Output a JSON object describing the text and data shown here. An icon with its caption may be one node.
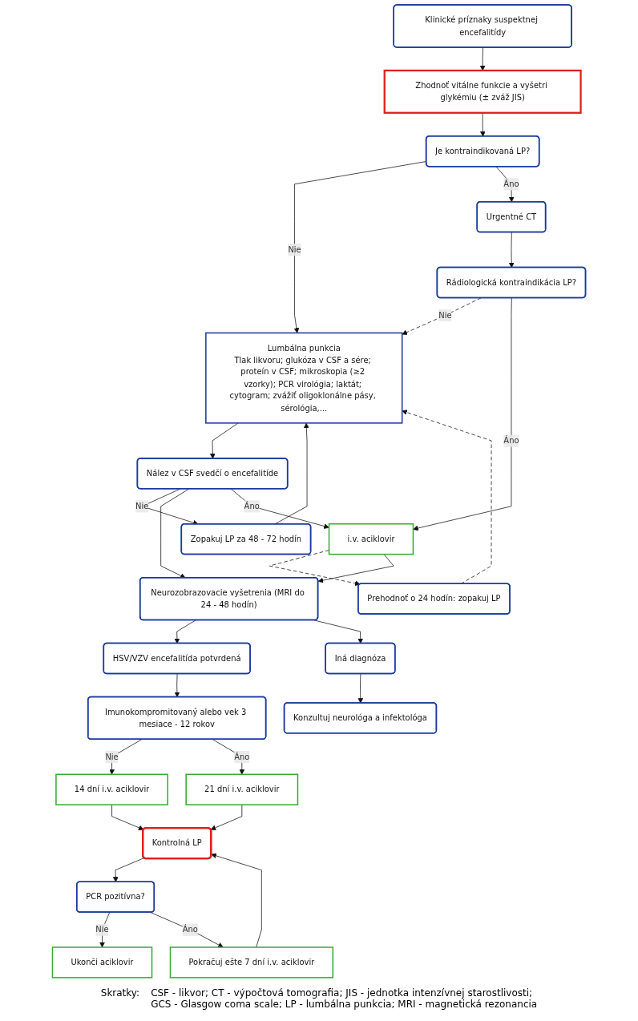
{
  "diagram": {
    "nodes": [
      {
        "text": [
          "Klinické príznaky suspektnej encefalitídy"
        ]
      },
      {
        "text": [
          "Zhodnoť vitálne funkcie a vyšetri glykémiu (± zváž JIS)"
        ]
      },
      {
        "text": [
          "Je kontraindikovaná LP?"
        ]
      },
      {
        "text": [
          "Urgentné CT"
        ]
      },
      {
        "text": [
          "Rádiologická kontraindikácia LP?"
        ]
      },
      {
        "text": [
          "Lumbálna punkcia",
          "Tlak likvoru; glukóza v CSF a sére; proteín v CSF; mikroskopia (≥2 vzorky); PCR virológia; laktát; cytogram; zvážiť oligoklonálne pásy, sérológia,..."
        ]
      },
      {
        "text": [
          "Prehodnoť o 24 hodín: zopakuj LP"
        ]
      },
      {
        "text": [
          "Zopakuj LP za 48 - 72 hodín"
        ]
      },
      {
        "text": [
          "Nález v CSF svedčí o encefalitíde"
        ]
      },
      {
        "text": [
          "i.v. aciklovir"
        ]
      },
      {
        "text": [
          "Neurozobrazovacie vyšetrenia (MRI do 24 - 48 hodín)"
        ]
      },
      {
        "text": [
          "HSV/VZV encefalitída potvrdená"
        ]
      },
      {
        "text": [
          "Iná diagnóza"
        ]
      },
      {
        "text": [
          "Imunokompromitovaný alebo vek 3 mesiace - 12 rokov"
        ]
      },
      {
        "text": [
          "Konzultuj neurológa a infektológa"
        ]
      },
      {
        "text": [
          "14 dní i.v. aciklovir"
        ]
      },
      {
        "text": [
          "21 dní i.v. aciklovir"
        ]
      },
      {
        "text": [
          "Kontrolná LP"
        ]
      },
      {
        "text": [
          "PCR pozitívna?"
        ]
      },
      {
        "text": [
          "Ukonči aciklovir"
        ]
      },
      {
        "text": [
          "Pokračuj ešte 7 dní i.v. aciklovir"
        ]
      }
    ],
    "edges": [
      {
        "from": 0,
        "to": 1,
        "arrow": "to"
      },
      {
        "from": 1,
        "to": 2,
        "arrow": "to"
      },
      {
        "from": 2,
        "to": 5,
        "arrow": "to",
        "label": "Nie"
      },
      {
        "from": 2,
        "to": 3,
        "arrow": "to",
        "label": "Áno"
      },
      {
        "from": 3,
        "to": 4,
        "arrow": "to"
      },
      {
        "from": 4,
        "to": 5,
        "arrow": "to",
        "label": "Nie",
        "style": "dashed"
      },
      {
        "from": 4,
        "to": 9,
        "arrow": "to",
        "label": "Áno"
      },
      {
        "from": 9,
        "to": 6,
        "arrow": "to",
        "style": "dashed"
      },
      {
        "from": 6,
        "to": 5,
        "arrow": "to",
        "style": "dashed"
      },
      {
        "from": 7,
        "to": 5,
        "arrow": "to"
      },
      {
        "from": 5,
        "to": 8,
        "arrow": "to"
      },
      {
        "from": 8,
        "to": 7,
        "arrow": "to",
        "label": "Nie"
      },
      {
        "from": 8,
        "to": 10,
        "arrow": "to"
      },
      {
        "from": 8,
        "to": 9,
        "arrow": "to",
        "label": "Áno"
      },
      {
        "from": 9,
        "to": 10,
        "arrow": "to"
      },
      {
        "from": 10,
        "to": 11,
        "arrow": "to"
      },
      {
        "from": 10,
        "to": 12,
        "arrow": "to"
      },
      {
        "from": 11,
        "to": 13,
        "arrow": "to"
      },
      {
        "from": 12,
        "to": 14,
        "arrow": "to"
      },
      {
        "from": 13,
        "to": 15,
        "arrow": "to",
        "label": "Nie"
      },
      {
        "from": 13,
        "to": 16,
        "arrow": "to",
        "label": "Áno"
      },
      {
        "from": 15,
        "to": 17,
        "arrow": "to"
      },
      {
        "from": 16,
        "to": 17,
        "arrow": "to"
      },
      {
        "from": 17,
        "to": 18,
        "arrow": "to"
      },
      {
        "from": 18,
        "to": 19,
        "arrow": "to",
        "label": "Nie"
      },
      {
        "from": 18,
        "to": 20,
        "arrow": "to",
        "label": "Áno"
      },
      {
        "from": 20,
        "to": 17,
        "arrow": "to"
      }
    ],
    "labels": [
      "Skratky:",
      "CSF - likvor; CT - výpočtová tomografia; JIS - jednotka intenzívnej starostlivosti;",
      "GCS - Glasgow coma scale; LP - lumbálna punkcia; MRI - magnetická rezonancia"
    ]
  }
}
